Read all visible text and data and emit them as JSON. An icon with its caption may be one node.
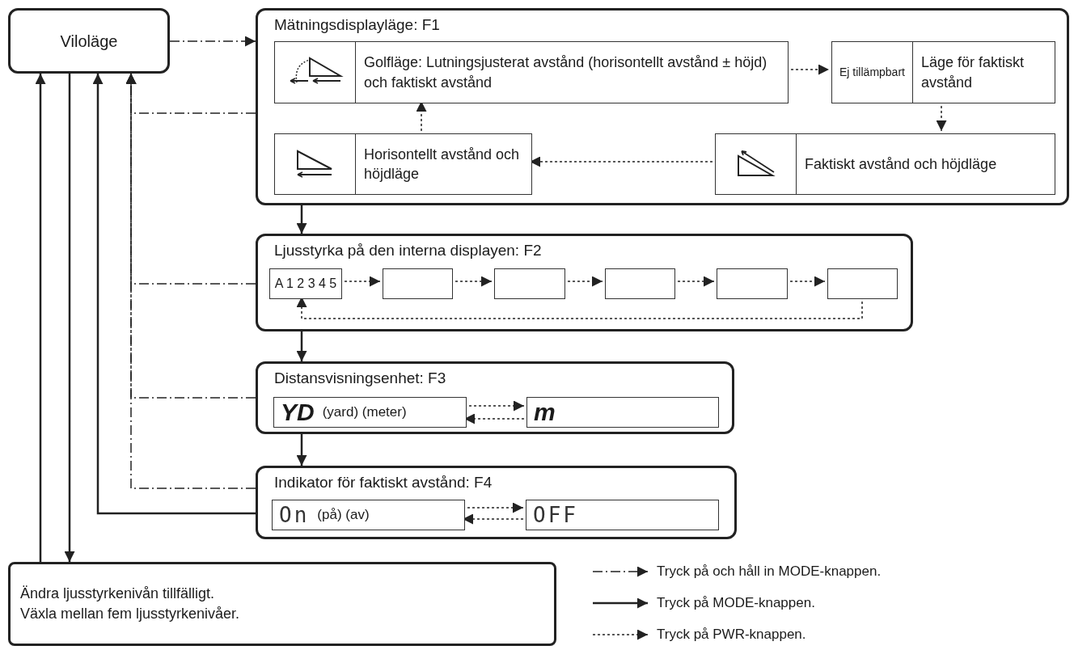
{
  "diagram": {
    "nodes": [
      {
        "text": [
          "Viloläge"
        ]
      },
      {
        "text": [
          "Mätningsdisplayläge: F1"
        ]
      },
      {
        "text": [
          "Golfläge: Lutningsjusterat avstånd (horisontellt avstånd ± höjd) och faktiskt avstånd"
        ],
        "in": 1
      },
      {
        "text": [
          "Ej tillämpbart",
          "Läge för faktiskt avstånd"
        ],
        "in": 1
      },
      {
        "text": [
          "Faktiskt avstånd och höjdläge"
        ],
        "in": 1
      },
      {
        "text": [
          "Horisontellt avstånd och höjdläge"
        ],
        "in": 1
      },
      {
        "text": [
          "Ljusstyrka på den interna displayen: F2"
        ]
      },
      {
        "text": [
          "A 1 2 3 4 5"
        ],
        "in": 6
      },
      {
        "text": [],
        "shape": "box",
        "in": 6
      },
      {
        "text": [],
        "shape": "box",
        "in": 6
      },
      {
        "text": [],
        "shape": "box",
        "in": 6
      },
      {
        "text": [],
        "shape": "box",
        "in": 6
      },
      {
        "text": [],
        "shape": "box",
        "in": 6
      },
      {
        "text": [
          "Distansvisningsenhet: F3"
        ]
      },
      {
        "text": [
          "YD",
          "(yard) (meter)"
        ],
        "in": 13
      },
      {
        "text": [
          "m"
        ],
        "in": 13
      },
      {
        "text": [
          "Indikator för faktiskt avstånd: F4"
        ]
      },
      {
        "text": [
          "On",
          "(på) (av)"
        ],
        "in": 16
      },
      {
        "text": [
          "OFF"
        ],
        "in": 16
      },
      {
        "text": [
          "Ändra ljusstyrkenivån tillfälligt.",
          "Växla mellan fem ljusstyrkenivåer."
        ]
      }
    ],
    "edges": [
      {
        "from": 0,
        "to": 1,
        "arrow": "to",
        "style": "dashed"
      },
      {
        "from": 1,
        "to": 0,
        "arrow": "to",
        "style": "dashed"
      },
      {
        "from": 6,
        "to": 0,
        "arrow": "to",
        "style": "dashed"
      },
      {
        "from": 13,
        "to": 0,
        "arrow": "to",
        "style": "dashed"
      },
      {
        "from": 16,
        "to": 0,
        "arrow": "to",
        "style": "dashed"
      },
      {
        "from": 16,
        "to": 0,
        "arrow": "to"
      },
      {
        "from": 0,
        "to": 19,
        "arrow": "to"
      },
      {
        "from": 19,
        "to": 0,
        "arrow": "to"
      },
      {
        "from": 1,
        "to": 6,
        "arrow": "to"
      },
      {
        "from": 6,
        "to": 13,
        "arrow": "to"
      },
      {
        "from": 13,
        "to": 16,
        "arrow": "to"
      },
      {
        "from": 2,
        "to": 3,
        "arrow": "to",
        "style": "dashed"
      },
      {
        "from": 3,
        "to": 4,
        "arrow": "to",
        "style": "dashed"
      },
      {
        "from": 4,
        "to": 5,
        "arrow": "to",
        "style": "dashed"
      },
      {
        "from": 5,
        "to": 2,
        "arrow": "to",
        "style": "dashed"
      },
      {
        "from": 7,
        "to": 8,
        "arrow": "to",
        "style": "dashed"
      },
      {
        "from": 8,
        "to": 9,
        "arrow": "to",
        "style": "dashed"
      },
      {
        "from": 9,
        "to": 10,
        "arrow": "to",
        "style": "dashed"
      },
      {
        "from": 10,
        "to": 11,
        "arrow": "to",
        "style": "dashed"
      },
      {
        "from": 11,
        "to": 12,
        "arrow": "to",
        "style": "dashed"
      },
      {
        "from": 12,
        "to": 7,
        "arrow": "to",
        "style": "dashed"
      },
      {
        "from": 14,
        "to": 15,
        "arrow": "to",
        "style": "dashed"
      },
      {
        "from": 15,
        "to": 14,
        "arrow": "to",
        "style": "dashed"
      },
      {
        "from": 17,
        "to": 18,
        "arrow": "to",
        "style": "dashed"
      },
      {
        "from": 18,
        "to": 17,
        "arrow": "to",
        "style": "dashed"
      }
    ],
    "legend": [
      {
        "text": "Tryck på och håll in MODE-knappen."
      },
      {
        "text": "Tryck på MODE-knappen."
      },
      {
        "text": "Tryck på PWR-knappen."
      }
    ]
  }
}
